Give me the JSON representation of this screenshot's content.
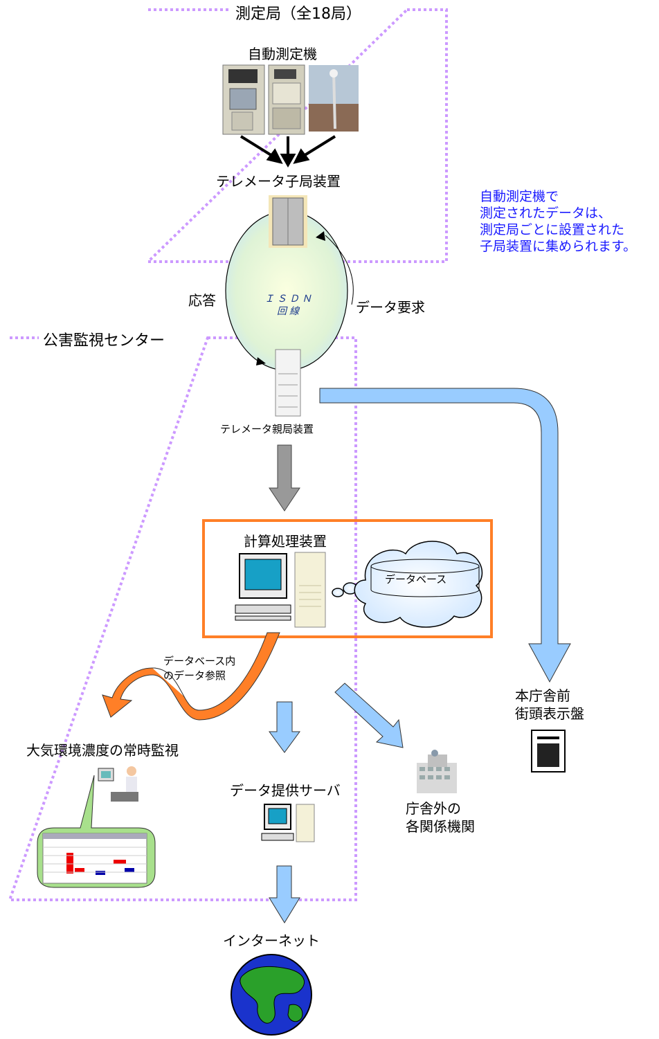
{
  "station_box": {
    "title": "測定局（全18局）"
  },
  "auto_measure": {
    "label": "自動測定機"
  },
  "telemeter_child": {
    "label": "テレメータ子局装置"
  },
  "note": {
    "text": "自動測定機で\n測定されたデータは、\n測定局ごとに設置された\n子局装置に集められます。",
    "color": "#1a1aff"
  },
  "isdn": {
    "line1": "ＩＳＤＮ",
    "line2": "回線"
  },
  "response_label": "応答",
  "request_label": "データ要求",
  "center_box": {
    "title": "公害監視センター"
  },
  "telemeter_parent": {
    "label": "テレメータ親局装置"
  },
  "processing": {
    "title": "計算処理装置",
    "database": "データベース"
  },
  "db_reference": {
    "text": "データベース内\nのデータ参照"
  },
  "monitoring": {
    "label": "大気環境濃度の常時監視"
  },
  "data_server": {
    "label": "データ提供サーバ"
  },
  "external_orgs": {
    "label": "庁舎外の\n各関係機関"
  },
  "street_display": {
    "label": "本庁舎前\n街頭表示盤"
  },
  "internet": {
    "label": "インターネット"
  },
  "colors": {
    "dotted_border": "#cc99ff",
    "blue_arrow": "#99ccff",
    "orange": "#ff7f27",
    "gray_arrow": "#999999",
    "isdn_fill": "#e6f5c8"
  }
}
